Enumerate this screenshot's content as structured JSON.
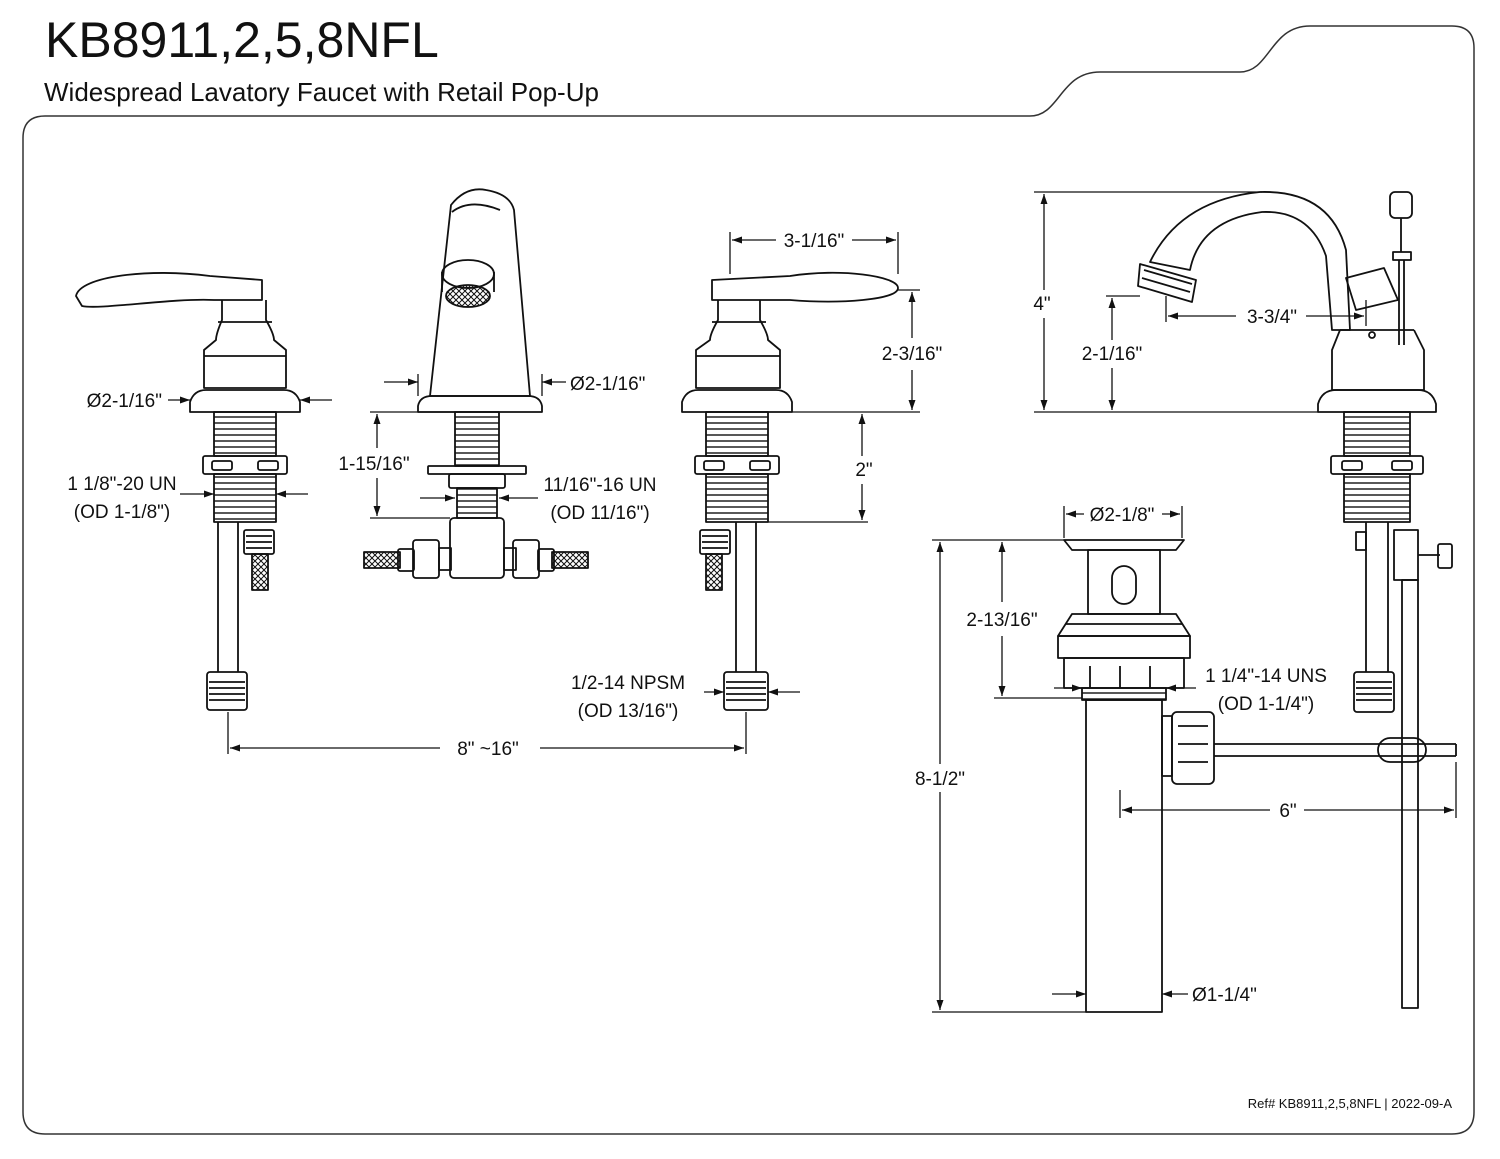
{
  "header": {
    "model": "KB8911,2,5,8NFL",
    "description": "Widespread Lavatory Faucet with Retail Pop-Up"
  },
  "dimensions": {
    "handle_flange_dia": "Ø2-1/16\"",
    "handle_thread": "1 1/8\"-20 UN",
    "handle_thread_od": "(OD 1-1/8\")",
    "spout_flange_dia": "Ø2-1/16\"",
    "spout_shank_height": "1-15/16\"",
    "spout_thread": "11/16\"-16 UN",
    "spout_thread_od": "(OD 11/16\")",
    "handle_length": "3-1/16\"",
    "handle_height": "2-3/16\"",
    "deck_thickness": "2\"",
    "supply_thread": "1/2-14 NPSM",
    "supply_thread_od": "(OD 13/16\")",
    "center_spread": "8\" ~16\"",
    "faucet_height": "4\"",
    "aerator_height": "2-1/16\"",
    "spout_reach": "3-3/4\"",
    "drain_flange_dia": "Ø2-1/8\"",
    "drain_body_height": "2-13/16\"",
    "drain_thread": "1 1/4\"-14 UNS",
    "drain_thread_od": "(OD 1-1/4\")",
    "drain_total_length": "8-1/2\"",
    "pivot_rod_length": "6\"",
    "tailpiece_dia": "Ø1-1/4\""
  },
  "footer": {
    "reference": "Ref# KB8911,2,5,8NFL | 2022-09-A"
  }
}
